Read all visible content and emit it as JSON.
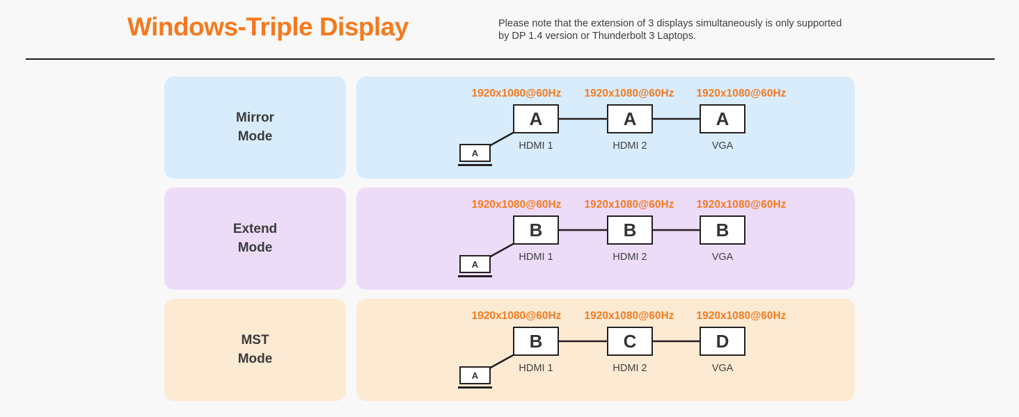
{
  "header": {
    "title": "Windows-Triple Display",
    "note_line1": "Please note that the extension of 3 displays simultaneously is only supported",
    "note_line2": "by DP 1.4 version or Thunderbolt 3 Laptops."
  },
  "colors": {
    "accent_orange": "#f5791e",
    "resolution_orange": "#f57a20",
    "mirror_row_bg": "#d8ecfb",
    "extend_row_bg": "#ecdcf8",
    "mst_row_bg": "#fcead3",
    "dark_text": "#3b3b3b",
    "line_black": "#231f20"
  },
  "rows": [
    {
      "mode_line1": "Mirror",
      "mode_line2": "Mode",
      "source_letter": "A",
      "displays": [
        {
          "resolution": "1920x1080@60Hz",
          "letter": "A",
          "port": "HDMI 1"
        },
        {
          "resolution": "1920x1080@60Hz",
          "letter": "A",
          "port": "HDMI 2"
        },
        {
          "resolution": "1920x1080@60Hz",
          "letter": "A",
          "port": "VGA"
        }
      ]
    },
    {
      "mode_line1": "Extend",
      "mode_line2": "Mode",
      "source_letter": "A",
      "displays": [
        {
          "resolution": "1920x1080@60Hz",
          "letter": "B",
          "port": "HDMI 1"
        },
        {
          "resolution": "1920x1080@60Hz",
          "letter": "B",
          "port": "HDMI 2"
        },
        {
          "resolution": "1920x1080@60Hz",
          "letter": "B",
          "port": "VGA"
        }
      ]
    },
    {
      "mode_line1": "MST",
      "mode_line2": "Mode",
      "source_letter": "A",
      "displays": [
        {
          "resolution": "1920x1080@60Hz",
          "letter": "B",
          "port": "HDMI 1"
        },
        {
          "resolution": "1920x1080@60Hz",
          "letter": "C",
          "port": "HDMI 2"
        },
        {
          "resolution": "1920x1080@60Hz",
          "letter": "D",
          "port": "VGA"
        }
      ]
    }
  ]
}
